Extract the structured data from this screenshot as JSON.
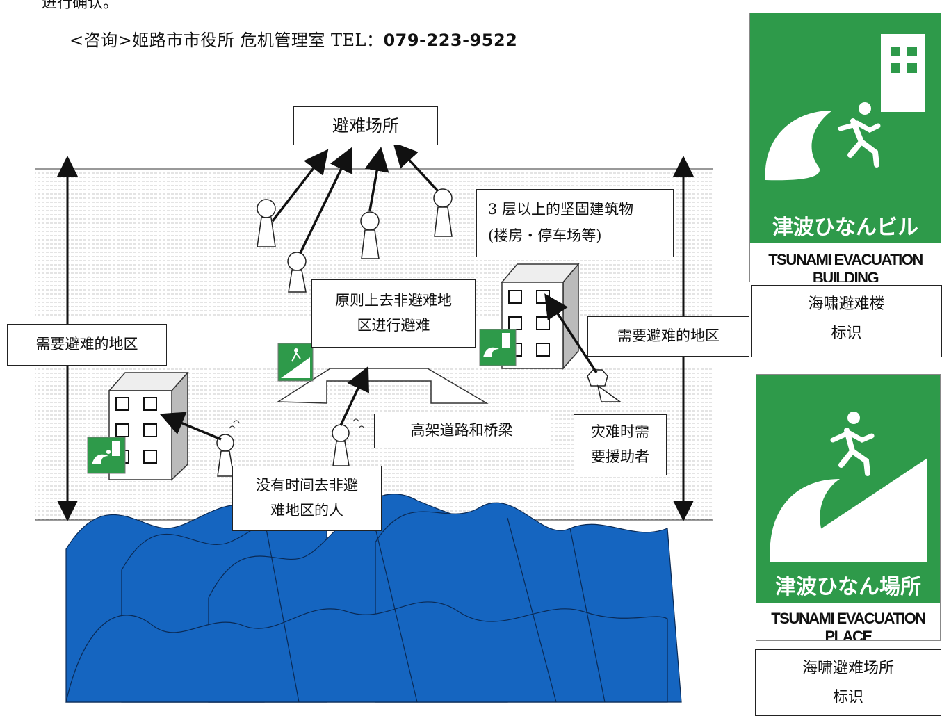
{
  "header": {
    "prev_line": "进行确认。",
    "contact_prefix": "<咨询>姬路市市役所 危机管理室 TEL：",
    "contact_phone": "079-223-9522"
  },
  "diagram": {
    "shelter_label": "避难场所",
    "building_label_line1": "3 层以上的坚固建筑物",
    "building_label_line2": "(楼房・停车场等)",
    "principle_label_line1": "原则上去非避难地",
    "principle_label_line2": "区进行避难",
    "area_label_left": "需要避难的地区",
    "area_label_right": "需要避难的地区",
    "elevated_label": "高架道路和桥梁",
    "assist_label_line1": "灾难时需",
    "assist_label_line2": "要援助者",
    "no_time_label_line1": "没有时间去非避",
    "no_time_label_line2": "难地区的人"
  },
  "signs": {
    "building_sign_jp": "津波ひなんビル",
    "building_sign_en": "TSUNAMI EVACUATION BUILDING",
    "building_caption_line1": "海啸避难楼",
    "building_caption_line2": "标识",
    "place_sign_jp": "津波ひなん場所",
    "place_sign_en": "TSUNAMI EVACUATION PLACE",
    "place_caption_line1": "海啸避难场所",
    "place_caption_line2": "标识"
  },
  "colors": {
    "sign_green": "#2e9a4a",
    "wave_blue": "#1565c0"
  },
  "icons": [
    "building-icon",
    "running-person-icon",
    "wave-icon"
  ]
}
